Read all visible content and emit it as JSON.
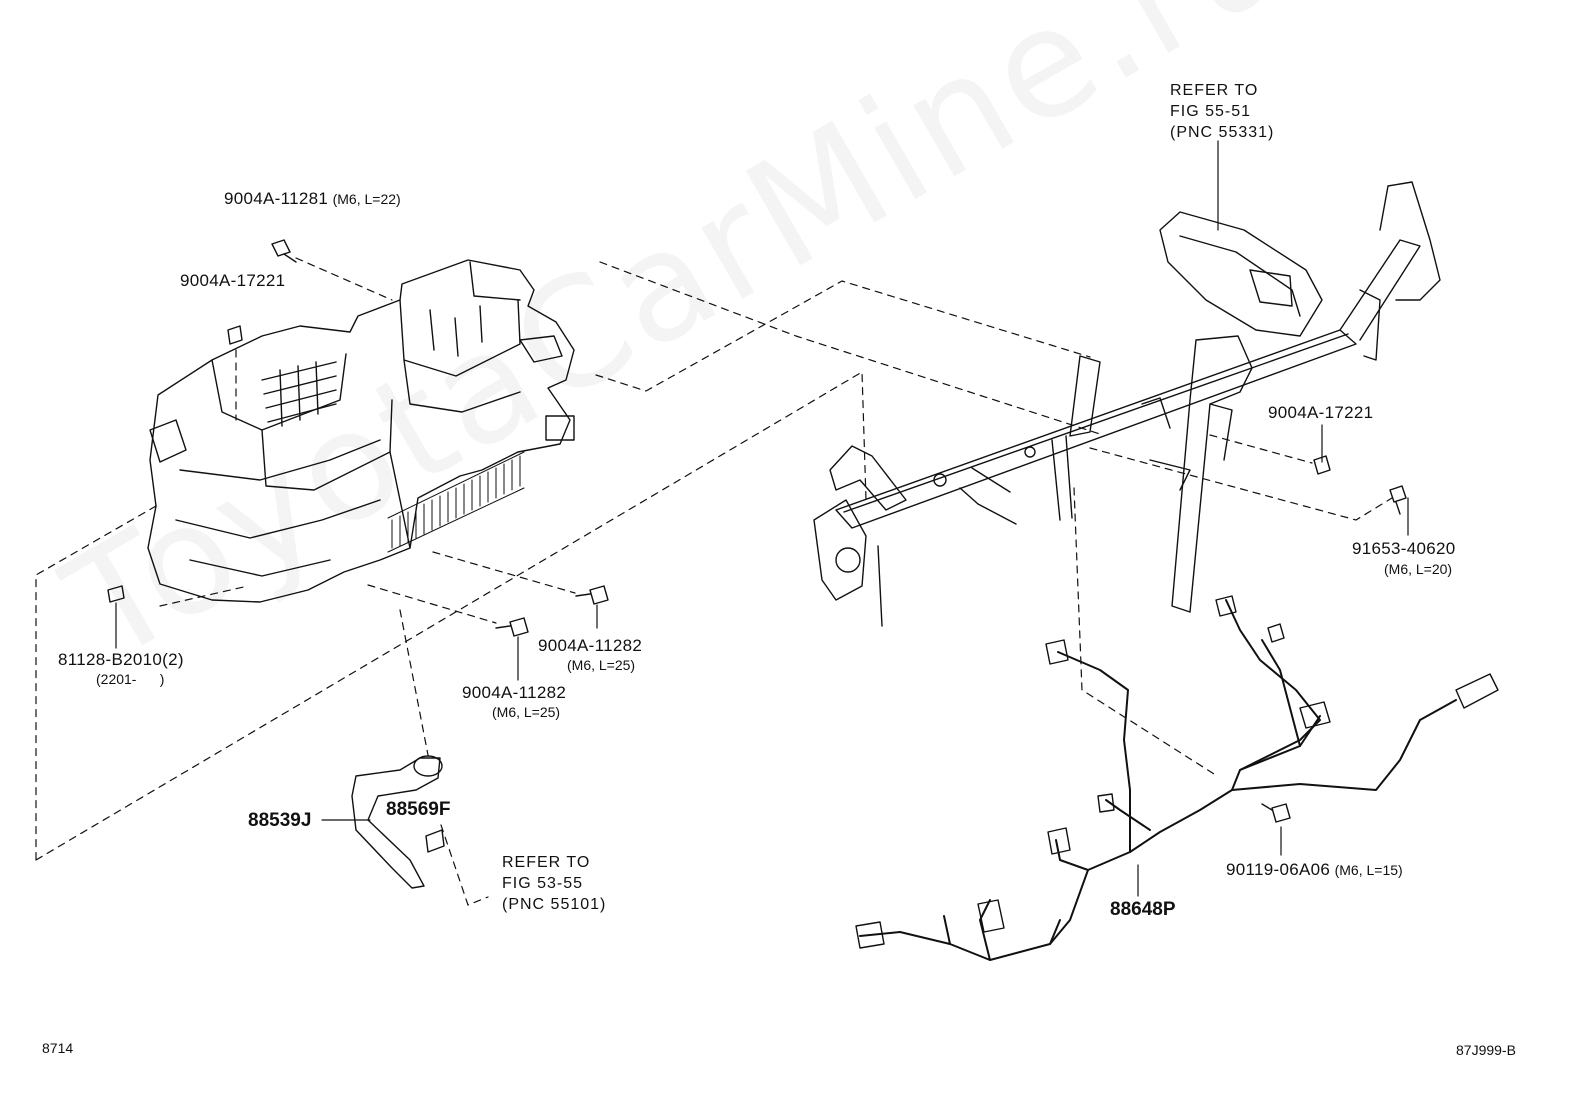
{
  "watermark": "ToyotaCarMine.ru",
  "refs": {
    "top": {
      "l1": "REFER TO",
      "l2": "FIG 55-51",
      "l3": "(PNC 55331)"
    },
    "bottom": {
      "l1": "REFER TO",
      "l2": "FIG 53-55",
      "l3": "(PNC 55101)"
    }
  },
  "parts": {
    "bolt_11281": {
      "pn": "9004A-11281",
      "spec": "(M6, L=22)"
    },
    "nut_17221_left": {
      "pn": "9004A-17221"
    },
    "nut_17221_right": {
      "pn": "9004A-17221"
    },
    "bolt_40620": {
      "pn": "91653-40620",
      "spec": "(M6, L=20)"
    },
    "clip_81128": {
      "pn": "81128-B2010(2)",
      "spec": "(2201-      )"
    },
    "bolt_11282_a": {
      "pn": "9004A-11282",
      "spec": "(M6, L=25)"
    },
    "bolt_11282_b": {
      "pn": "9004A-11282",
      "spec": "(M6, L=25)"
    },
    "hose_88539": {
      "pn": "88539J"
    },
    "hose_88569": {
      "pn": "88569F"
    },
    "harness_88648": {
      "pn": "88648P"
    },
    "bolt_06a06": {
      "pn": "90119-06A06",
      "spec": "(M6, L=15)"
    }
  },
  "footer": {
    "left": "8714",
    "right": "87J999-B"
  }
}
